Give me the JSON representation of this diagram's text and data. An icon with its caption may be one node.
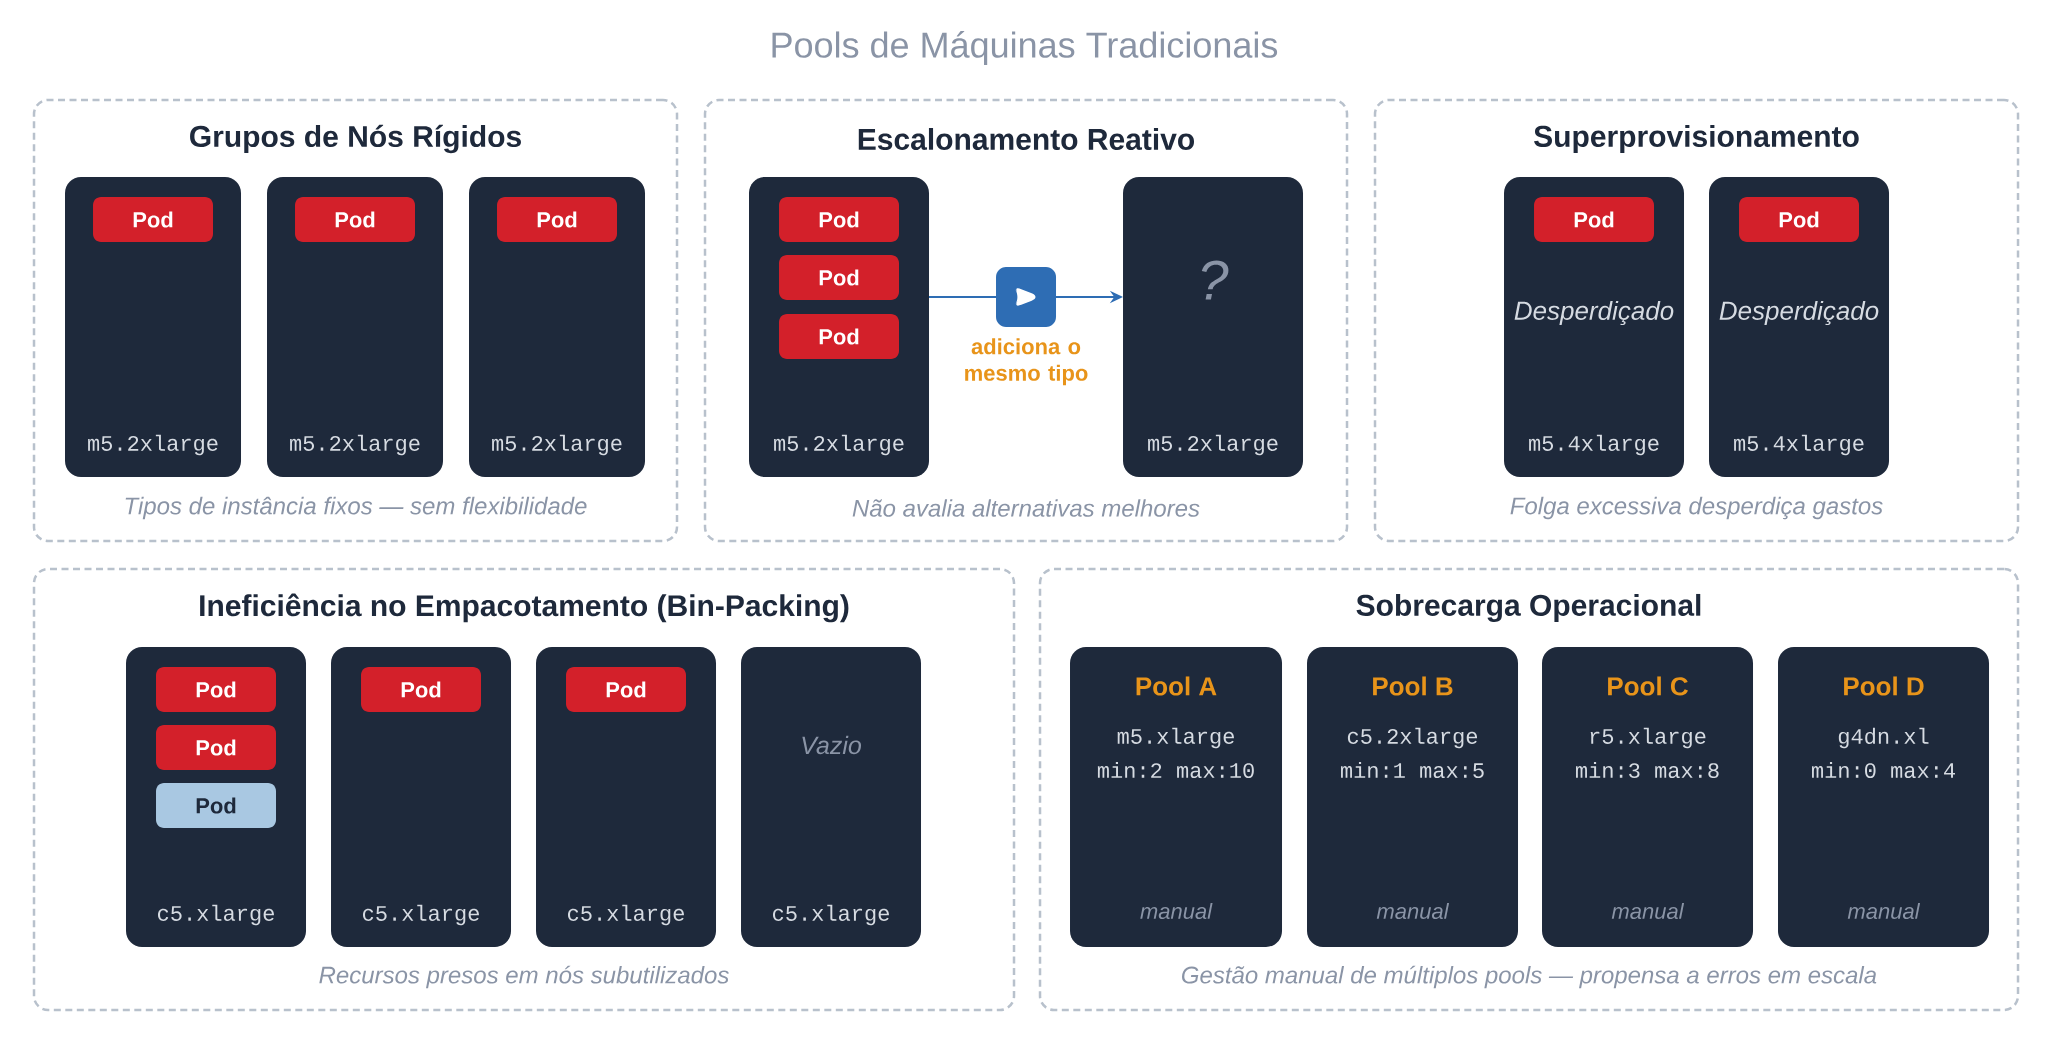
{
  "diagram": {
    "title": "Pools de Máquinas Tradicionais",
    "nodes": [
      {
        "text": [
          "Grupos de Nós Rígidos",
          "Tipos de instância fixos — sem flexibilidade"
        ]
      },
      {
        "text": [
          "m5.2xlarge"
        ],
        "in": 0
      },
      {
        "text": [
          "Pod"
        ],
        "in": 1
      },
      {
        "text": [
          "m5.2xlarge"
        ],
        "in": 0
      },
      {
        "text": [
          "Pod"
        ],
        "in": 3
      },
      {
        "text": [
          "m5.2xlarge"
        ],
        "in": 0
      },
      {
        "text": [
          "Pod"
        ],
        "in": 5
      },
      {
        "text": [
          "Escalonamento Reativo",
          "Não avalia alternativas melhores"
        ]
      },
      {
        "text": [
          "m5.2xlarge"
        ],
        "in": 7
      },
      {
        "text": [
          "Pod"
        ],
        "in": 8
      },
      {
        "text": [
          "Pod"
        ],
        "in": 8
      },
      {
        "text": [
          "Pod"
        ],
        "in": 8
      },
      {
        "text": [
          "?",
          "m5.2xlarge"
        ],
        "in": 7
      },
      {
        "text": [
          "Superprovisionamento",
          "Folga excessiva desperdiça gastos"
        ]
      },
      {
        "text": [
          "Desperdiçado",
          "m5.4xlarge"
        ],
        "in": 13
      },
      {
        "text": [
          "Pod"
        ],
        "in": 14
      },
      {
        "text": [
          "Desperdiçado",
          "m5.4xlarge"
        ],
        "in": 13
      },
      {
        "text": [
          "Pod"
        ],
        "in": 16
      },
      {
        "text": [
          "Ineficiência no Empacotamento (Bin-Packing)",
          "Recursos presos em nós subutilizados"
        ]
      },
      {
        "text": [
          "c5.xlarge"
        ],
        "in": 18
      },
      {
        "text": [
          "Pod"
        ],
        "in": 19
      },
      {
        "text": [
          "Pod"
        ],
        "in": 19
      },
      {
        "text": [
          "Pod"
        ],
        "in": 19
      },
      {
        "text": [
          "c5.xlarge"
        ],
        "in": 18
      },
      {
        "text": [
          "Pod"
        ],
        "in": 23
      },
      {
        "text": [
          "c5.xlarge"
        ],
        "in": 18
      },
      {
        "text": [
          "Pod"
        ],
        "in": 25
      },
      {
        "text": [
          "Vazio",
          "c5.xlarge"
        ],
        "in": 18
      },
      {
        "text": [
          "Sobrecarga Operacional",
          "Gestão manual de múltiplos pools — propensa a erros em escala"
        ]
      },
      {
        "text": [
          "Pool A",
          "m5.xlarge",
          "min:2 max:10",
          "manual"
        ],
        "in": 28
      },
      {
        "text": [
          "Pool B",
          "c5.2xlarge",
          "min:1 max:5",
          "manual"
        ],
        "in": 28
      },
      {
        "text": [
          "Pool C",
          "r5.xlarge",
          "min:3 max:8",
          "manual"
        ],
        "in": 28
      },
      {
        "text": [
          "Pool D",
          "g4dn.xl",
          "min:0 max:4",
          "manual"
        ],
        "in": 28
      }
    ],
    "edges": [
      {
        "from": 8,
        "to": 12,
        "arrow": "to",
        "label": "adiciona o mesmo tipo"
      }
    ]
  }
}
